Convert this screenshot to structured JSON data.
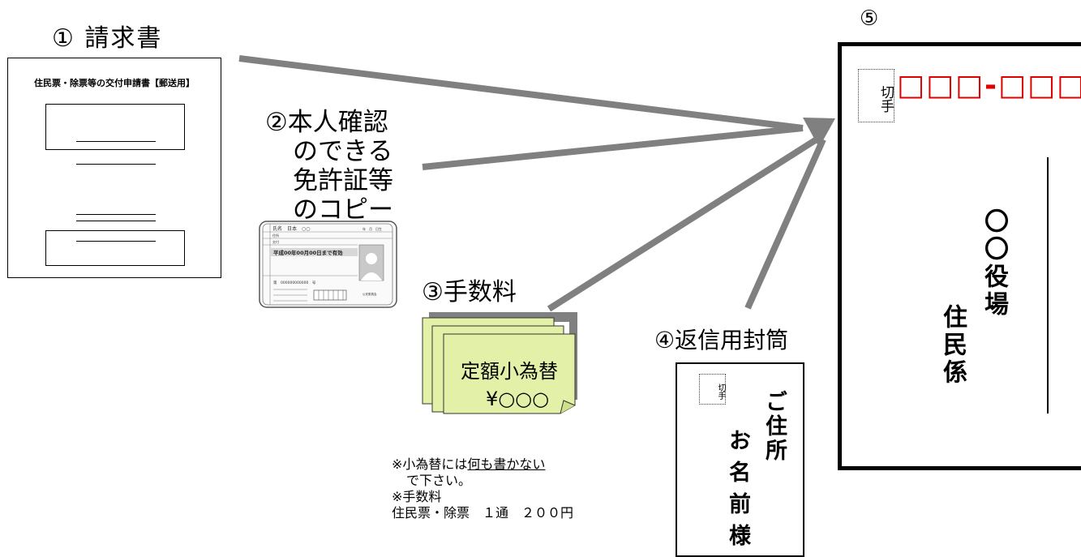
{
  "items": {
    "request": {
      "label": "① 請求書",
      "form_title": "住民票・除票等の交付申請書【郵送用】"
    },
    "id_copy": {
      "label_lines": [
        "②本人確認",
        "のできる",
        "免許証等",
        "のコピー"
      ]
    },
    "license": {
      "row1": "氏名　日本　○○",
      "row1_right": "年　月　日生",
      "row2": "住所",
      "row3": "交付",
      "valid_text": "平成00年00月00日まで有効",
      "number_text": "第　000000000000　号",
      "side_text": "公安委員会"
    },
    "fee": {
      "label": "③手数料",
      "money_order_label": "定額小為替",
      "money_order_amount": "¥○○○",
      "notes": [
        {
          "parts": [
            "※小為替には",
            "何も書かない"
          ]
        },
        {
          "text": "で下さい。"
        },
        {
          "text": "※手数料"
        },
        {
          "text": "住民票・除票　１通　２００円"
        }
      ]
    },
    "return_envelope": {
      "label": "④返信用封筒",
      "stamp_text": "切手",
      "address_text": "ご住所",
      "name_text": "お名前",
      "honorific": "様"
    },
    "envelope": {
      "number": "⑤",
      "stamp_text": "切手",
      "postal_code": "□□□-□□□□",
      "office_name": "〇〇役場",
      "department": "住民係"
    }
  },
  "colors": {
    "arrow": "#808080",
    "money_order": "#e2f0a8",
    "money_shadow": "#808080",
    "postal_code": "#e00000"
  },
  "icons": [
    "license-card-icon",
    "portrait-silhouette-icon",
    "money-order-icon",
    "arrow-icon"
  ]
}
